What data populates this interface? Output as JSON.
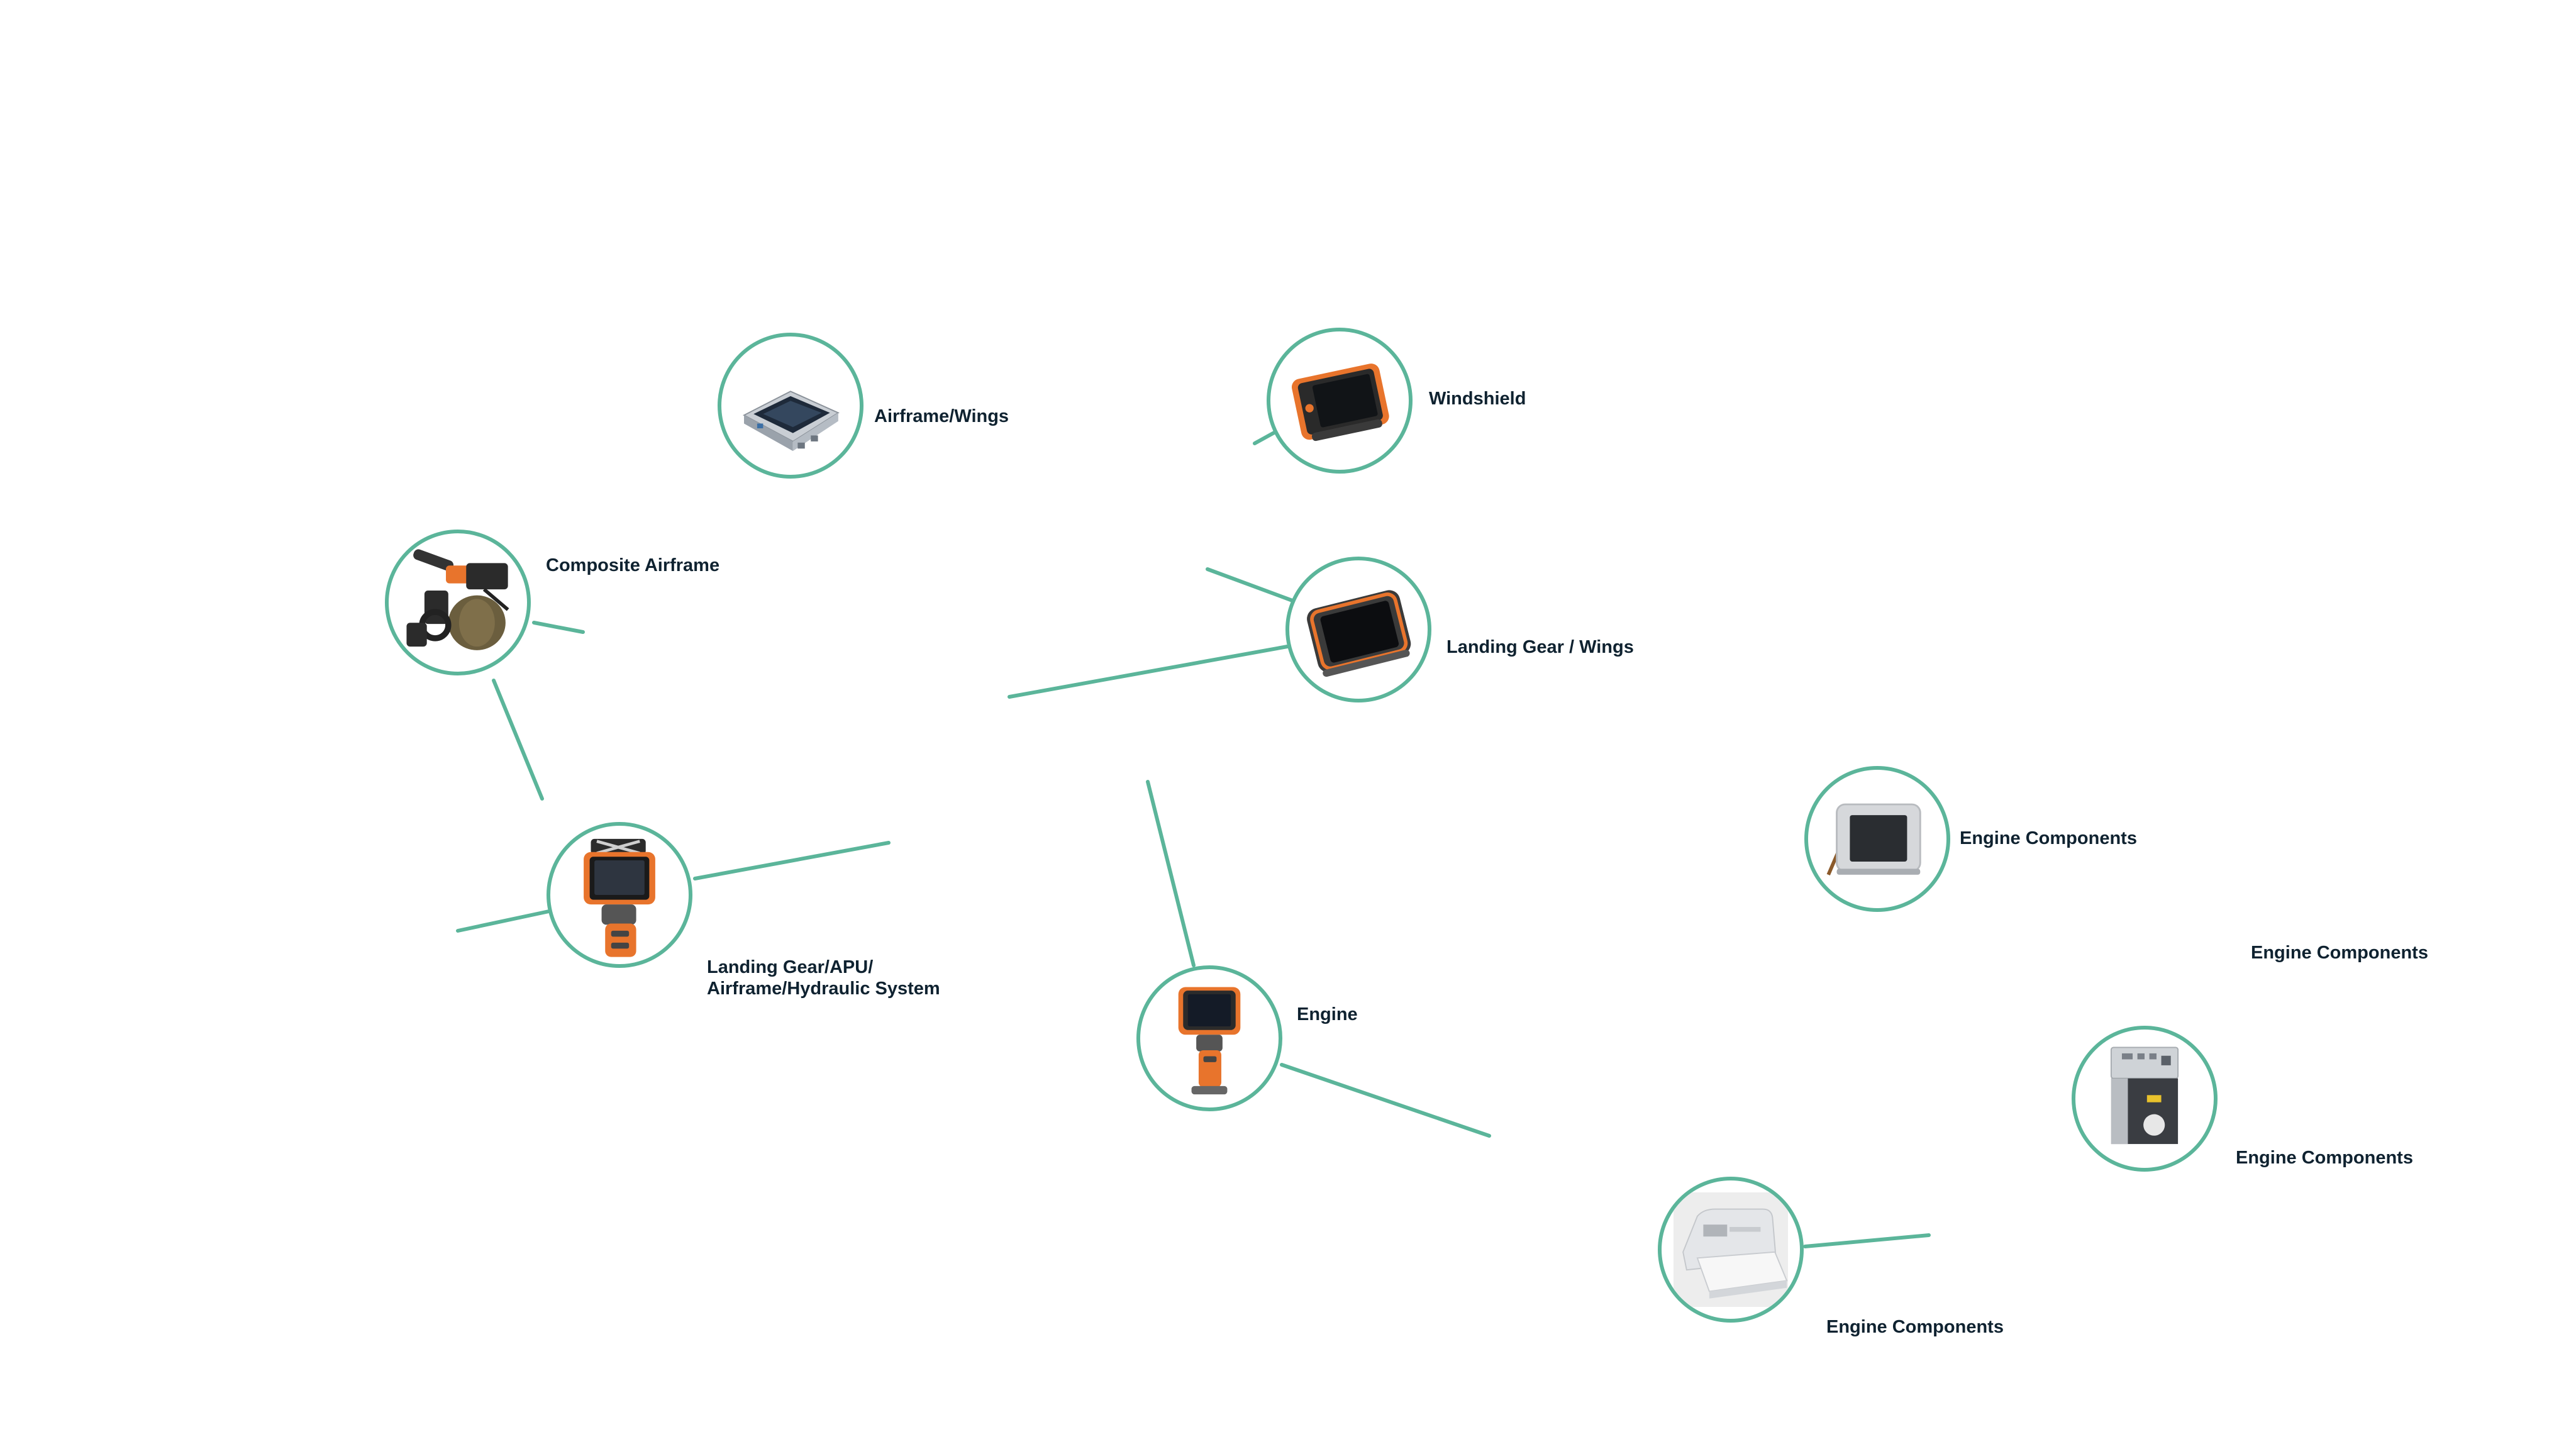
{
  "colors": {
    "accent": "#5BB59A",
    "label_text": "#0f2230",
    "product_orange": "#E8742C",
    "product_dark": "#2a2a2a"
  },
  "nodes": [
    {
      "id": "airframe-wings",
      "label": "Airframe/Wings",
      "icon": "flat-panel-detector-icon"
    },
    {
      "id": "windshield",
      "label": "Windshield",
      "icon": "rugged-tablet-icon"
    },
    {
      "id": "composite-airframe",
      "label": "Composite Airframe",
      "icon": "wheel-probe-scanner-icon"
    },
    {
      "id": "landing-gear-wings",
      "label": "Landing Gear / Wings",
      "icon": "rugged-tablet-icon"
    },
    {
      "id": "landing-gear-apu",
      "label": "Landing Gear/APU/\nAirframe/Hydraulic System",
      "icon": "handheld-videoscope-icon"
    },
    {
      "id": "engine",
      "label": "Engine",
      "icon": "handheld-videoscope-icon"
    },
    {
      "id": "engine-components-1",
      "label": "Engine Components",
      "icon": "display-monitor-icon"
    },
    {
      "id": "engine-components-2",
      "label": "Engine Components",
      "icon": "none"
    },
    {
      "id": "engine-components-3",
      "label": "Engine Components",
      "icon": "xray-cabinet-icon"
    },
    {
      "id": "engine-components-4",
      "label": "Engine Components",
      "icon": "benchtop-scanner-icon"
    }
  ]
}
